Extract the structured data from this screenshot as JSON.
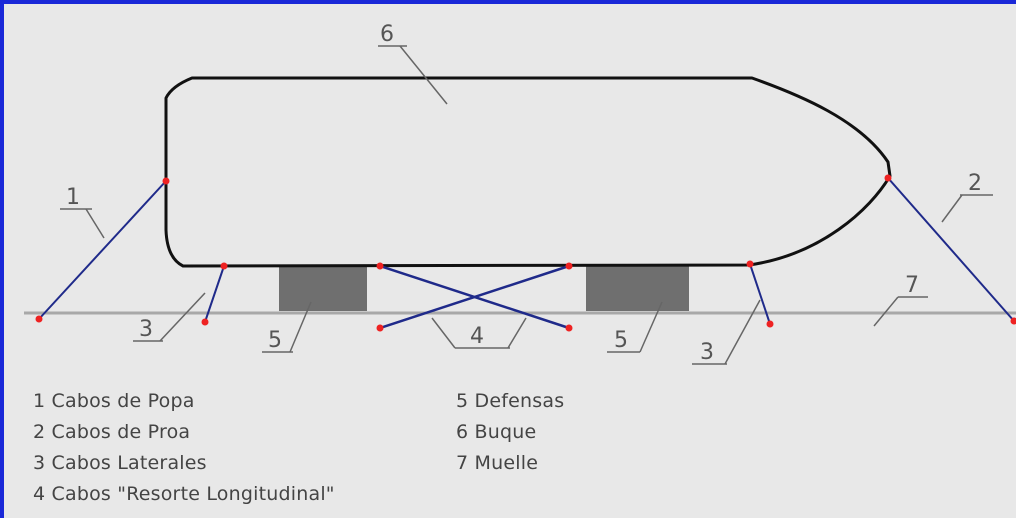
{
  "colors": {
    "frame": "#1a28d8",
    "background": "#e8e8e8",
    "hull": "#111111",
    "rope": "#1f2a8a",
    "point": "#ee2222",
    "fender": "#6f6f6f",
    "dock": "#a8a8a8",
    "callout": "#666666"
  },
  "callouts": {
    "c1": "1",
    "c2": "2",
    "c3a": "3",
    "c3b": "3",
    "c4": "4",
    "c5a": "5",
    "c5b": "5",
    "c6": "6",
    "c7": "7"
  },
  "legend": {
    "left": [
      "1 Cabos de Popa",
      "2 Cabos de Proa",
      "3 Cabos Laterales",
      "4 Cabos \"Resorte Longitudinal\""
    ],
    "right": [
      "5 Defensas",
      "6 Buque",
      "7 Muelle"
    ]
  }
}
